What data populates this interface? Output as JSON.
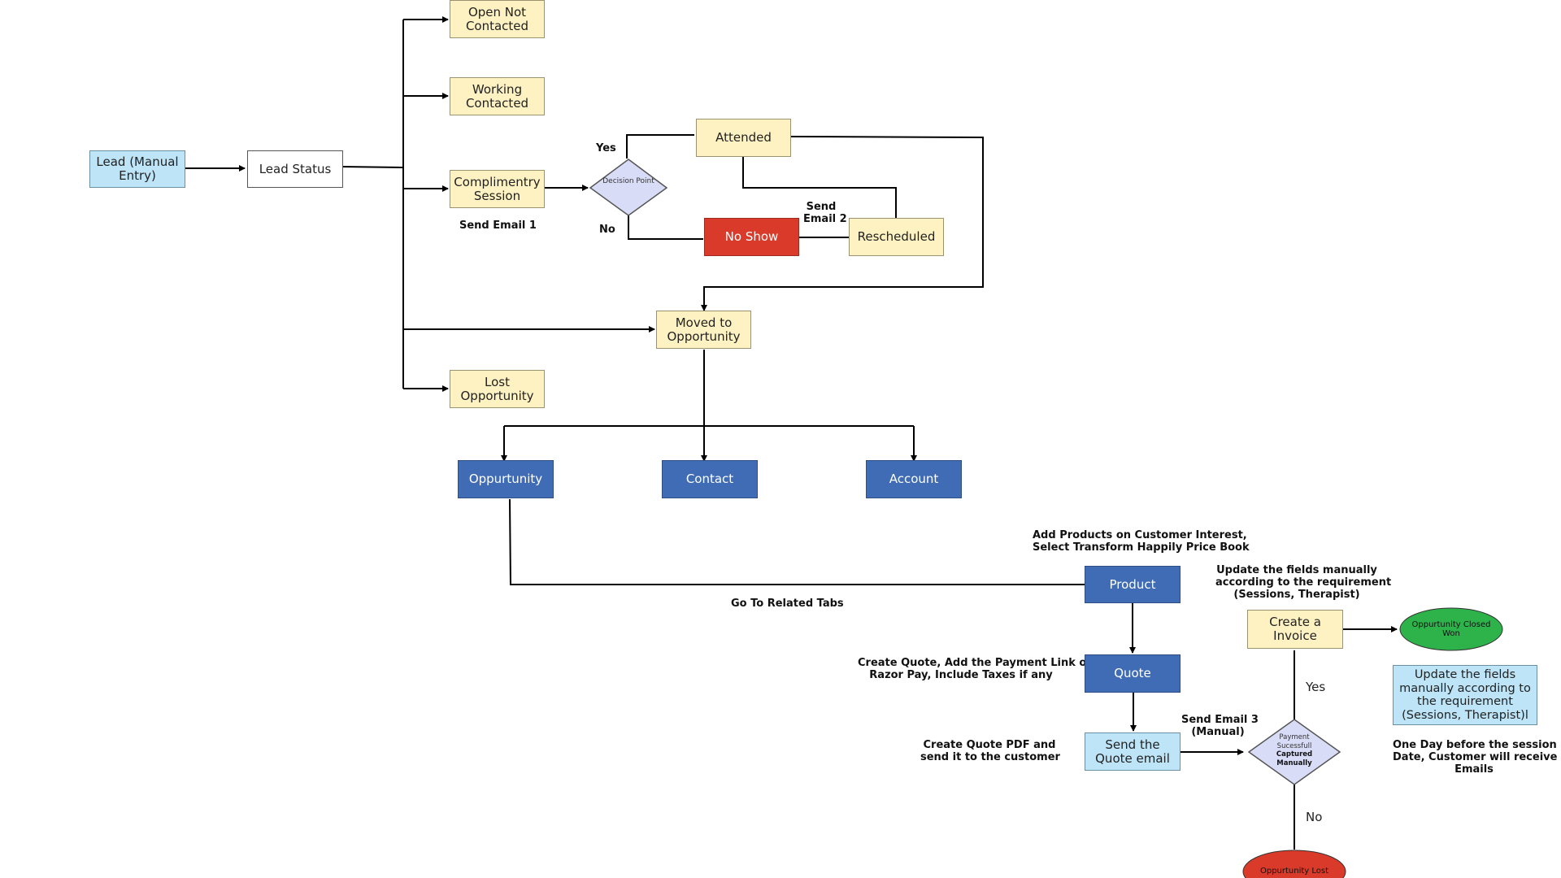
{
  "nodes": {
    "lead_manual_entry": "Lead (Manual Entry)",
    "lead_status": "Lead Status",
    "open_not_contacted": "Open Not Contacted",
    "working_contacted": "Working Contacted",
    "complimentry_session": "Complimentry Session",
    "decision_point": "Decision Point",
    "attended": "Attended",
    "no_show": "No Show",
    "rescheduled": "Rescheduled",
    "moved_to_opportunity": "Moved to Opportunity",
    "lost_opportunity": "Lost Opportunity",
    "oppurtunity": "Oppurtunity",
    "contact": "Contact",
    "account": "Account",
    "product": "Product",
    "quote": "Quote",
    "send_quote_email": "Send the Quote email",
    "payment_line1": "Payment",
    "payment_line2": "Sucessfull",
    "payment_line3": "Captured",
    "payment_line4": "Manually",
    "create_invoice": "Create a Invoice",
    "closed_won": "Oppurtunity Closed Won",
    "update_fields_box": "Update the fields manually according to the requirement (Sessions, Therapist)l",
    "opportunity_lost": "Oppurtunity Lost"
  },
  "labels": {
    "yes_decision": "Yes",
    "no_decision": "No",
    "send_email_1": "Send Email 1",
    "send_email_2_line1": "Send",
    "send_email_2_line2": "Email 2",
    "go_to_related_tabs": "Go To Related Tabs",
    "add_products_line1": "Add Products on Customer Interest,",
    "add_products_line2": "Select Transform Happily Price Book",
    "create_quote_line1": "Create Quote, Add the Payment Link of",
    "create_quote_line2": "Razor Pay, Include Taxes if any",
    "create_pdf_line1": "Create Quote PDF and",
    "create_pdf_line2": "send it to the customer",
    "send_email_3_line1": "Send Email 3",
    "send_email_3_line2": "(Manual)",
    "update_note_line1": "Update the fields manually",
    "update_note_line2": "according to the requirement",
    "update_note_line3": "(Sessions, Therapist)",
    "yes_payment": "Yes",
    "no_payment": "No",
    "one_day_line1": "One Day before the session",
    "one_day_line2": "Date, Customer will receive the",
    "one_day_line3": "Emails"
  },
  "colors": {
    "yellow": "#fef2c2",
    "light_blue": "#bde4f7",
    "dark_blue": "#3f6cb5",
    "red": "#d93a2a",
    "green": "#2db34a",
    "diamond": "#d9dcf7"
  }
}
